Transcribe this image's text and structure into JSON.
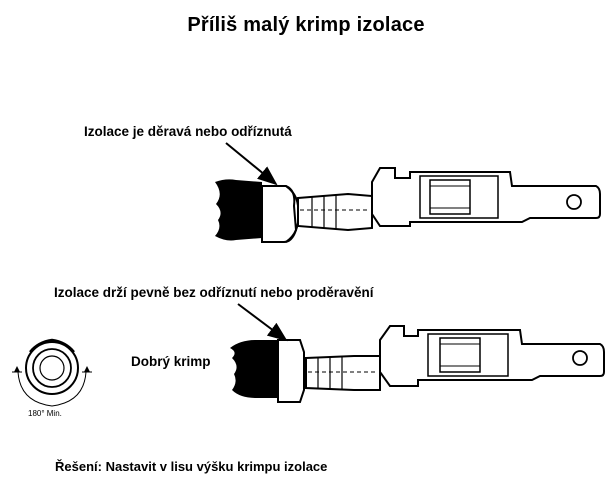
{
  "title": "Příliš malý krimp izolace",
  "labels": {
    "insulation_damaged": "Izolace je děravá nebo odříznutá",
    "insulation_held": "Izolace drží pevně bez odříznutí nebo proděravění",
    "good_crimp": "Dobrý krimp",
    "angle": "180° Min.",
    "solution": "Řešení: Nastavit v lisu výšku krimpu izolace"
  }
}
